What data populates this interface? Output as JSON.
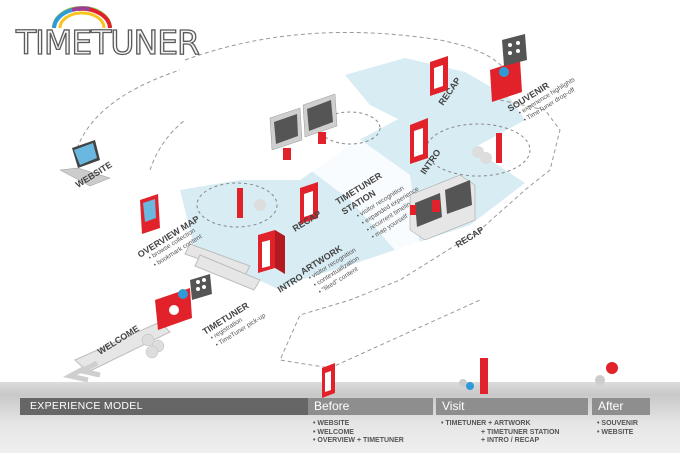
{
  "logo": {
    "text": "TIMETUNER"
  },
  "stations": {
    "website": {
      "title": "WEBSITE"
    },
    "welcome": {
      "title": "WELCOME"
    },
    "overview_map": {
      "title": "OVERVIEW MAP",
      "details": [
        "• browse collection",
        "• bookmark content"
      ]
    },
    "intro_1": {
      "title": "INTRO"
    },
    "intro_2": {
      "title": "INTRO"
    },
    "timetuner": {
      "title": "TIMETUNER",
      "details": [
        "• registration",
        "• TimeTuner pick-up"
      ]
    },
    "artwork": {
      "title": "ARTWORK",
      "details": [
        "• visitor recognition",
        "• contextualization",
        "• \"liked\" content"
      ]
    },
    "recap_1": {
      "title": "RECAP"
    },
    "recap_2": {
      "title": "RECAP"
    },
    "recap_3": {
      "title": "RECAP"
    },
    "timetuner_station": {
      "title_line1": "TIMETUNER",
      "title_line2": "STATION",
      "details": [
        "• visitor recognition",
        "• expanded experience",
        "• recurrent timeline",
        "• map yourself"
      ]
    },
    "souvenir": {
      "title": "SOUVENIR",
      "details": [
        "• experience highlights",
        "• TimeTuner drop-off"
      ]
    }
  },
  "experience_model": {
    "label": "Experience Model",
    "phases": [
      {
        "name": "Before",
        "items": [
          "• WEBSITE",
          "• WELCOME",
          "• OVERVIEW + TIMETUNER"
        ]
      },
      {
        "name": "Visit",
        "items": [
          "• TIMETUNER + ARTWORK",
          "+ TIMETUNER STATION",
          "+ INTRO / RECAP"
        ]
      },
      {
        "name": "After",
        "items": [
          "• SOUVENIR",
          "• WEBSITE"
        ]
      }
    ]
  },
  "colors": {
    "accent_red": "#e2222a",
    "floor_blue": "#d7ecf3",
    "screen_dark": "#555555",
    "gray_bar": "#666666",
    "phase_bar": "#8e8e8e"
  }
}
